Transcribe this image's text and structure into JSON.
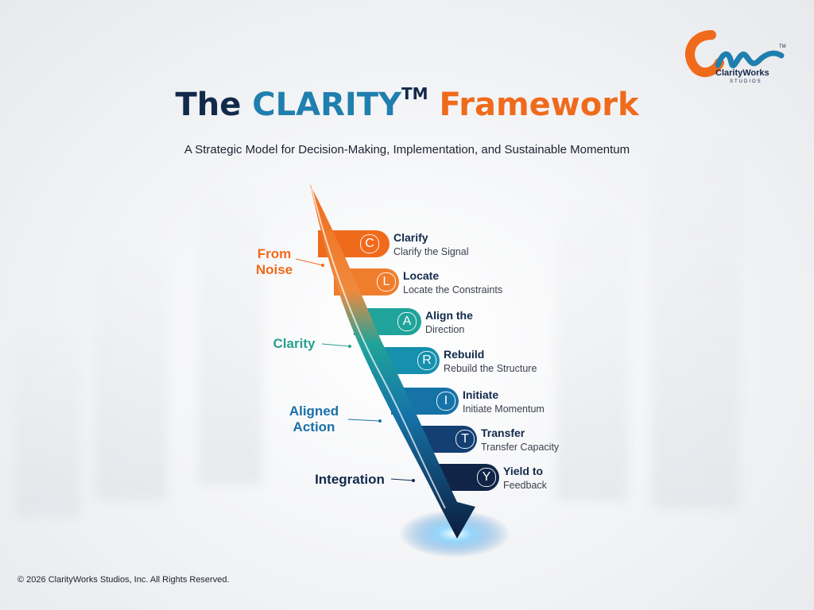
{
  "header": {
    "title_the": "The",
    "title_clarity": "CLARITY",
    "title_tm": "TM",
    "title_framework": "Framework",
    "subtitle": "A Strategic Model for Decision-Making, Implementation, and Sustainable Momentum"
  },
  "logo": {
    "name": "ClarityWorks",
    "sub": "STUDIOS",
    "tm": "TM",
    "icon": "clarityworks-swoosh-icon",
    "colors": {
      "orange": "#f06a1c",
      "navy": "#12294a",
      "teal": "#1f7fae"
    }
  },
  "phases": [
    {
      "label": "From\nNoise",
      "color": "#f06a1c"
    },
    {
      "label": "Clarity",
      "color": "#2aa08f"
    },
    {
      "label": "Aligned\nAction",
      "color": "#1b6fa8"
    },
    {
      "label": "Integration",
      "color": "#12294a"
    }
  ],
  "steps": [
    {
      "letter": "C",
      "title": "Clarify",
      "desc": "Clarify the Signal",
      "color": "#f06a1c"
    },
    {
      "letter": "L",
      "title": "Locate",
      "desc": "Locate the Constraints",
      "color": "#ef7d2c"
    },
    {
      "letter": "A",
      "title": "Align the",
      "desc": "Direction",
      "color": "#1fa39a"
    },
    {
      "letter": "R",
      "title": "Rebuild",
      "desc": "Rebuild the Structure",
      "color": "#1590ad"
    },
    {
      "letter": "I",
      "title": "Initiate",
      "desc": "Initiate Momentum",
      "color": "#1673a8"
    },
    {
      "letter": "T",
      "title": "Transfer",
      "desc": "Transfer Capacity",
      "color": "#143f73"
    },
    {
      "letter": "Y",
      "title": "Yield to",
      "desc": "Feedback",
      "color": "#0f2447"
    }
  ],
  "footer": "© 2026 ClarityWorks Studios, Inc. All Rights Reserved."
}
